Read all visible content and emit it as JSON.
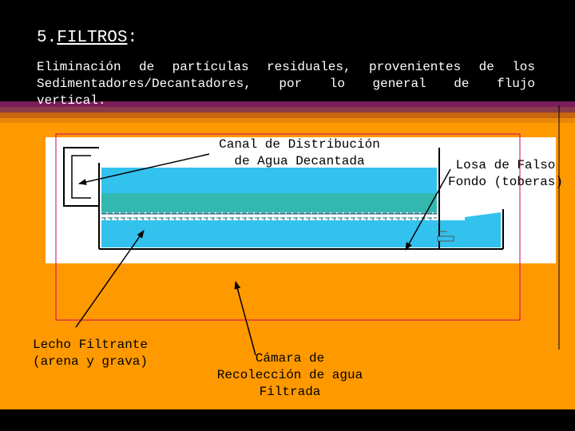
{
  "slide": {
    "title_prefix": "5.",
    "title_word": "FILTROS",
    "title_suffix": ":",
    "description_lines": [
      "Eliminación de partículas residuales, provenientes de los",
      "Sedimentadores/Decantadores, por lo general de flujo",
      "vertical."
    ]
  },
  "labels": {
    "canal": [
      "Canal de Distribución",
      "de Agua Decantada"
    ],
    "losa": [
      "Losa de Falso",
      "Fondo (toberas)"
    ],
    "lecho": [
      "Lecho Filtrante",
      "(arena y grava)"
    ],
    "camara": [
      "Cámara de",
      "Recolección de agua",
      "Filtrada"
    ]
  },
  "colors": {
    "background": "#ff9900",
    "header": "#000000",
    "water": "#33c2ee",
    "filter_bed": "#33b8b0",
    "outline": "#cc0066"
  }
}
